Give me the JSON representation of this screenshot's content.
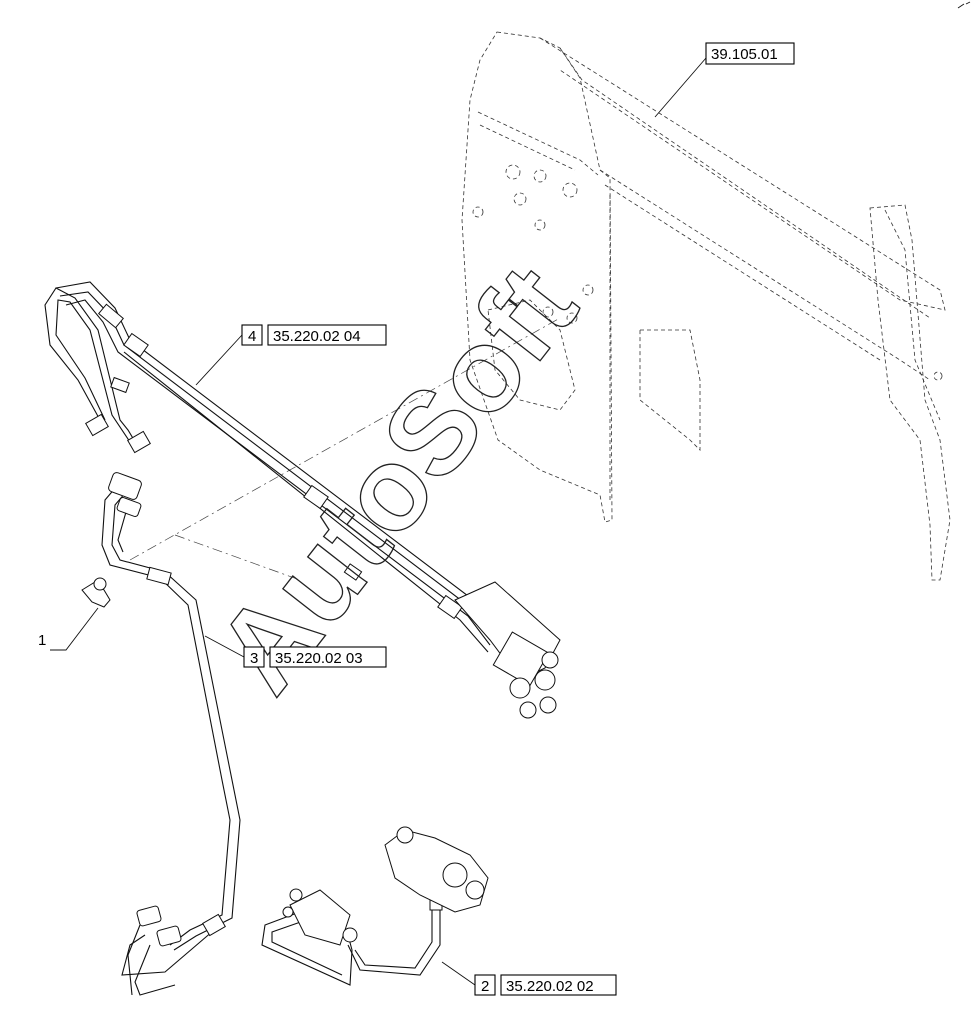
{
  "watermark": "AutoSoft",
  "callouts": {
    "frame_ref": "39.105.01",
    "item1": {
      "num": "1"
    },
    "item2": {
      "num": "2",
      "ref": "35.220.02 02"
    },
    "item3": {
      "num": "3",
      "ref": "35.220.02 03"
    },
    "item4": {
      "num": "4",
      "ref": "35.220.02 04"
    }
  }
}
